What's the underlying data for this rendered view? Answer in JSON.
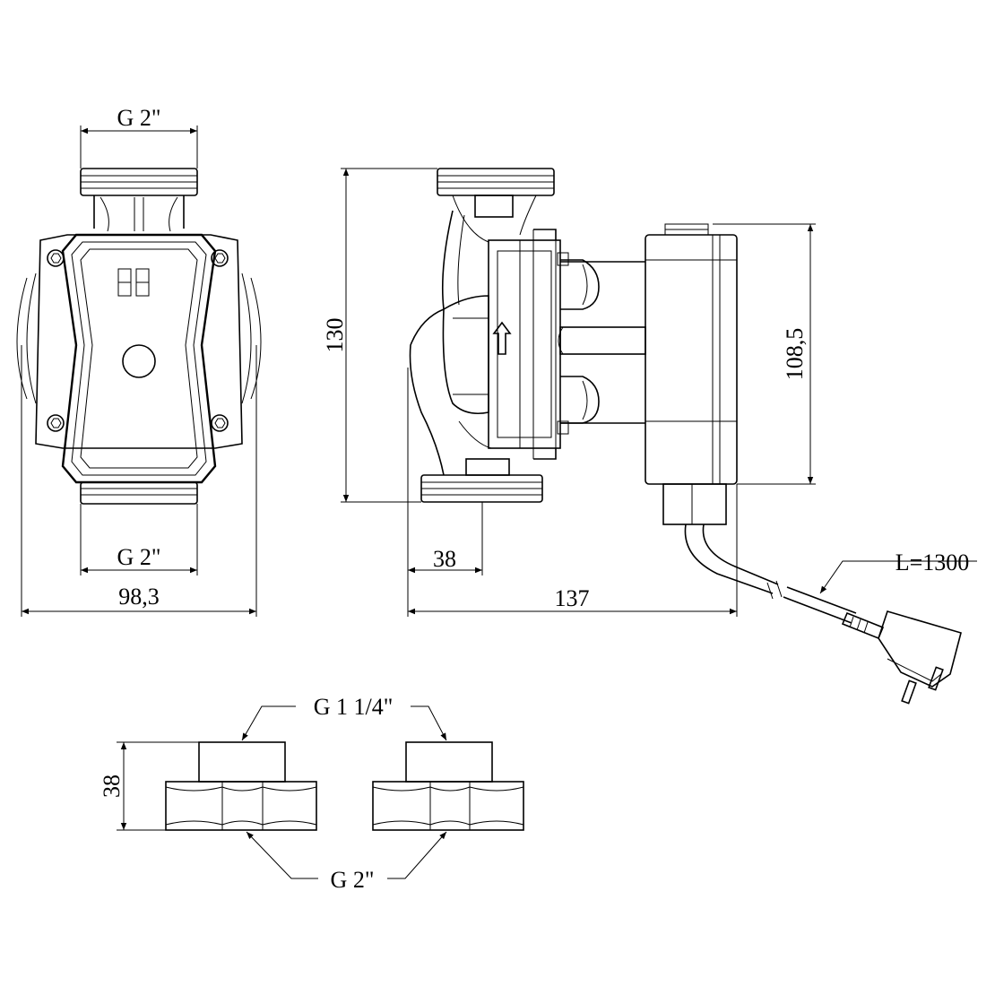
{
  "dimensions": {
    "front_top_thread": "G 2\"",
    "front_bottom_thread": "G 2\"",
    "front_width": "98,3",
    "side_height": "130",
    "side_motor_height": "108,5",
    "side_inlet_offset": "38",
    "side_length": "137",
    "cable_length": "L=1300",
    "fitting_inner_thread": "G 1 1/4\"",
    "fitting_outer_thread": "G 2\"",
    "fitting_height": "38"
  },
  "colors": {
    "line": "#000000",
    "background": "#ffffff"
  }
}
